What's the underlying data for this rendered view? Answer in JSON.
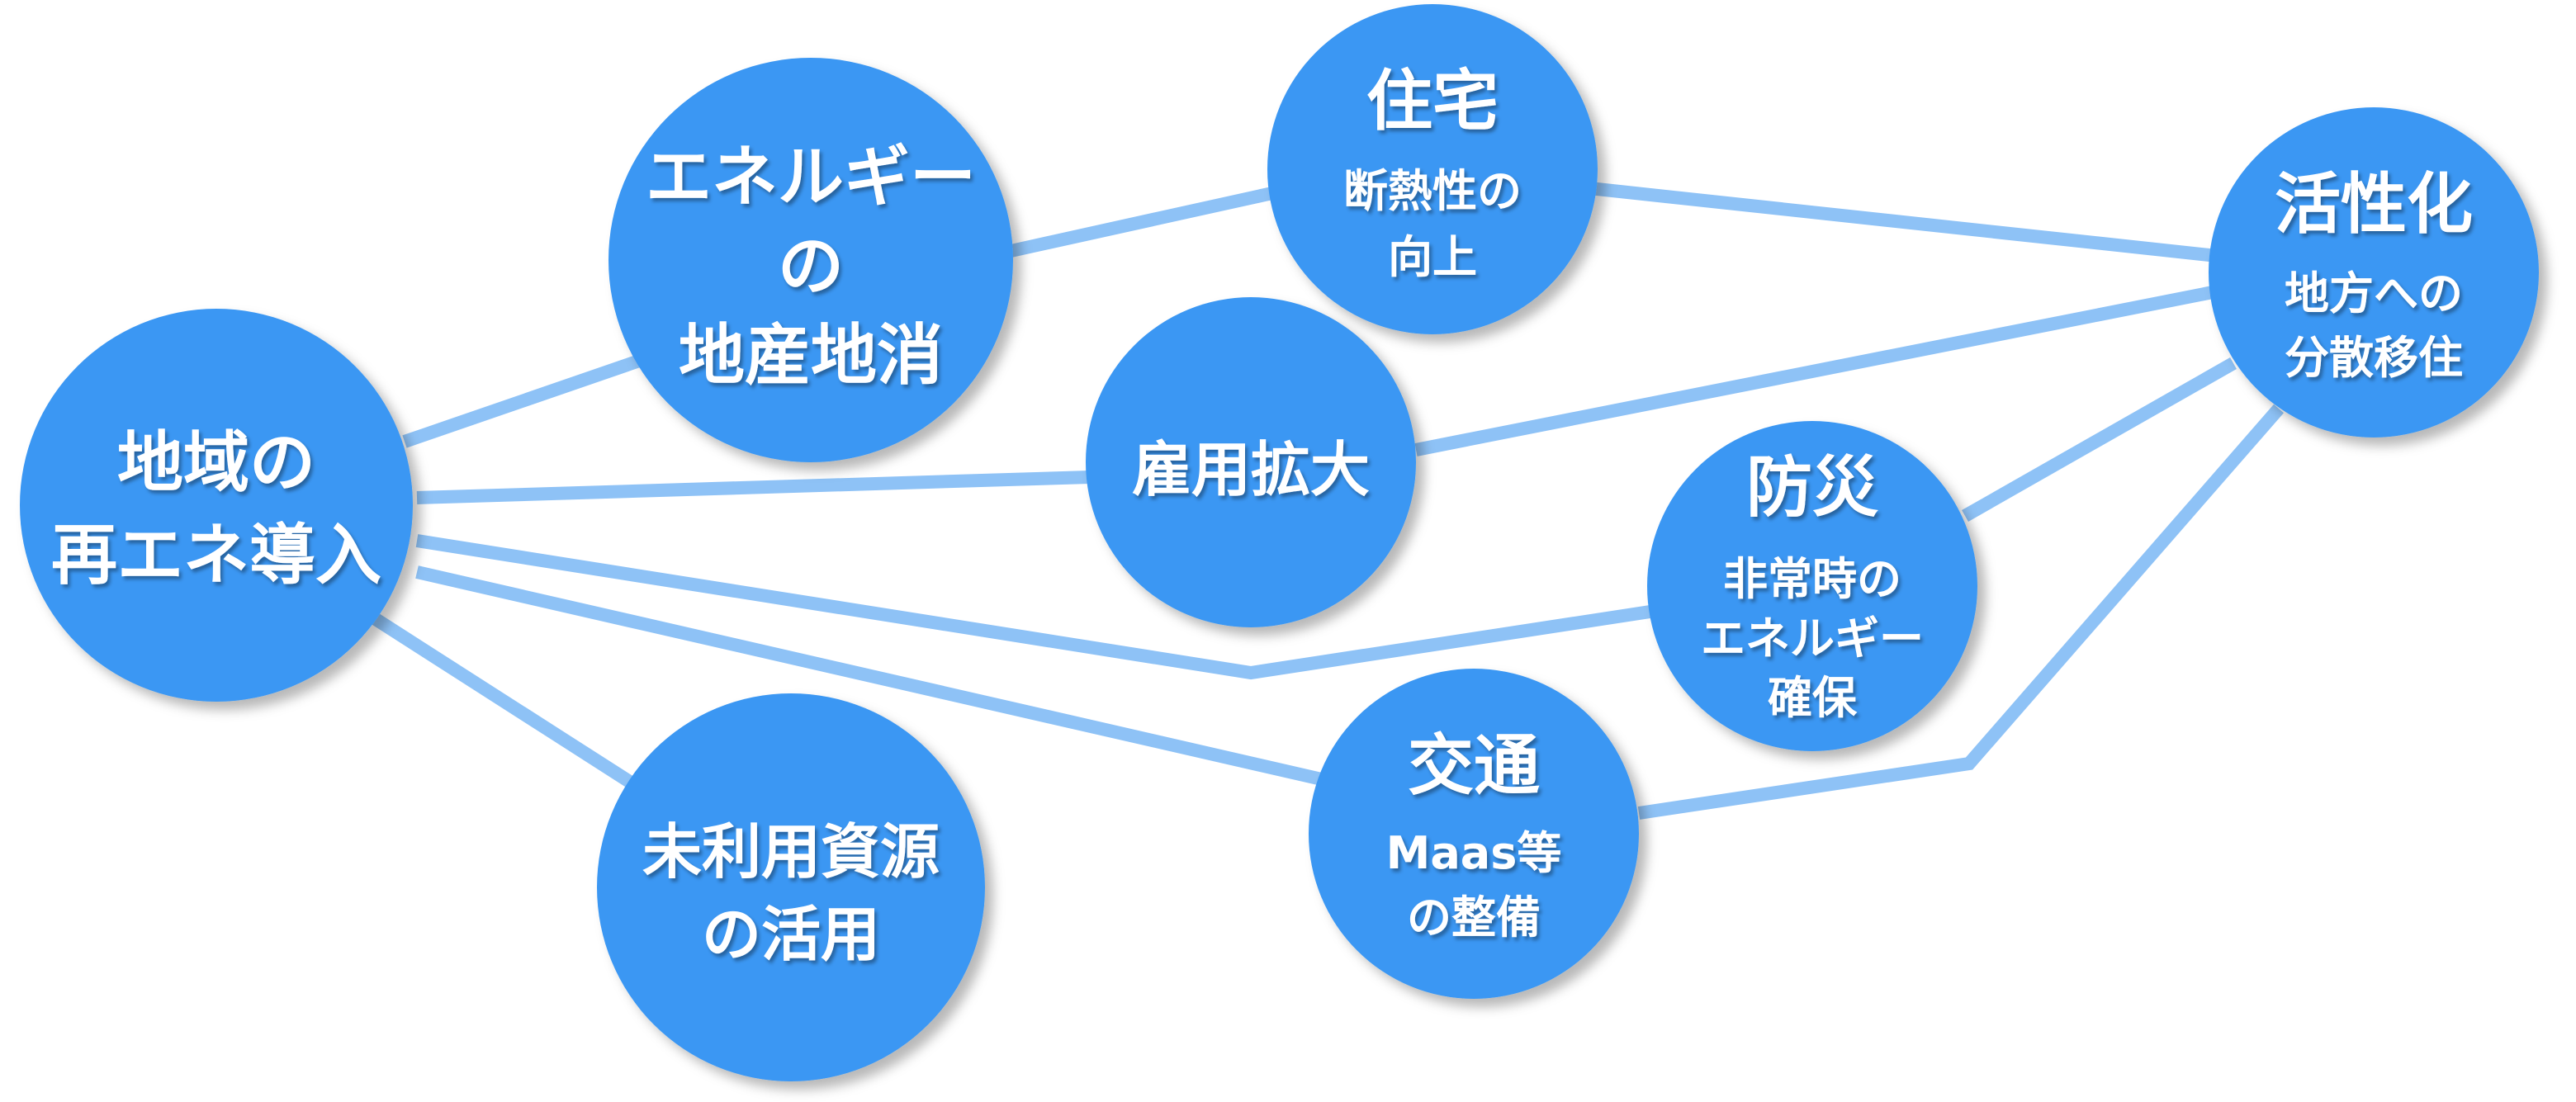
{
  "colors": {
    "node_fill": "#3a97f3",
    "connector": "#8ec2f6",
    "text": "#ffffff",
    "background": "#ffffff"
  },
  "nodes": {
    "regional_renewable": {
      "lines": [
        "地域の",
        "再エネ導入"
      ]
    },
    "energy_local": {
      "lines": [
        "エネルギー",
        "の",
        "地産地消"
      ]
    },
    "housing": {
      "title": "住宅",
      "sub": [
        "断熱性の",
        "向上"
      ]
    },
    "employment": {
      "lines": [
        "雇用拡大"
      ]
    },
    "revitalization": {
      "title": "活性化",
      "sub": [
        "地方への",
        "分散移住"
      ]
    },
    "disaster": {
      "title": "防災",
      "sub": [
        "非常時の",
        "エネルギー",
        "確保"
      ]
    },
    "traffic": {
      "title": "交通",
      "sub": [
        "Maas等",
        "の整備"
      ]
    },
    "unused_resources": {
      "lines": [
        "未利用資源",
        "の活用"
      ]
    }
  },
  "connections": [
    [
      "regional_renewable",
      "energy_local"
    ],
    [
      "energy_local",
      "housing"
    ],
    [
      "housing",
      "revitalization"
    ],
    [
      "regional_renewable",
      "employment"
    ],
    [
      "employment",
      "revitalization"
    ],
    [
      "regional_renewable",
      "disaster"
    ],
    [
      "disaster",
      "revitalization"
    ],
    [
      "regional_renewable",
      "traffic"
    ],
    [
      "traffic",
      "revitalization"
    ],
    [
      "regional_renewable",
      "unused_resources"
    ]
  ]
}
